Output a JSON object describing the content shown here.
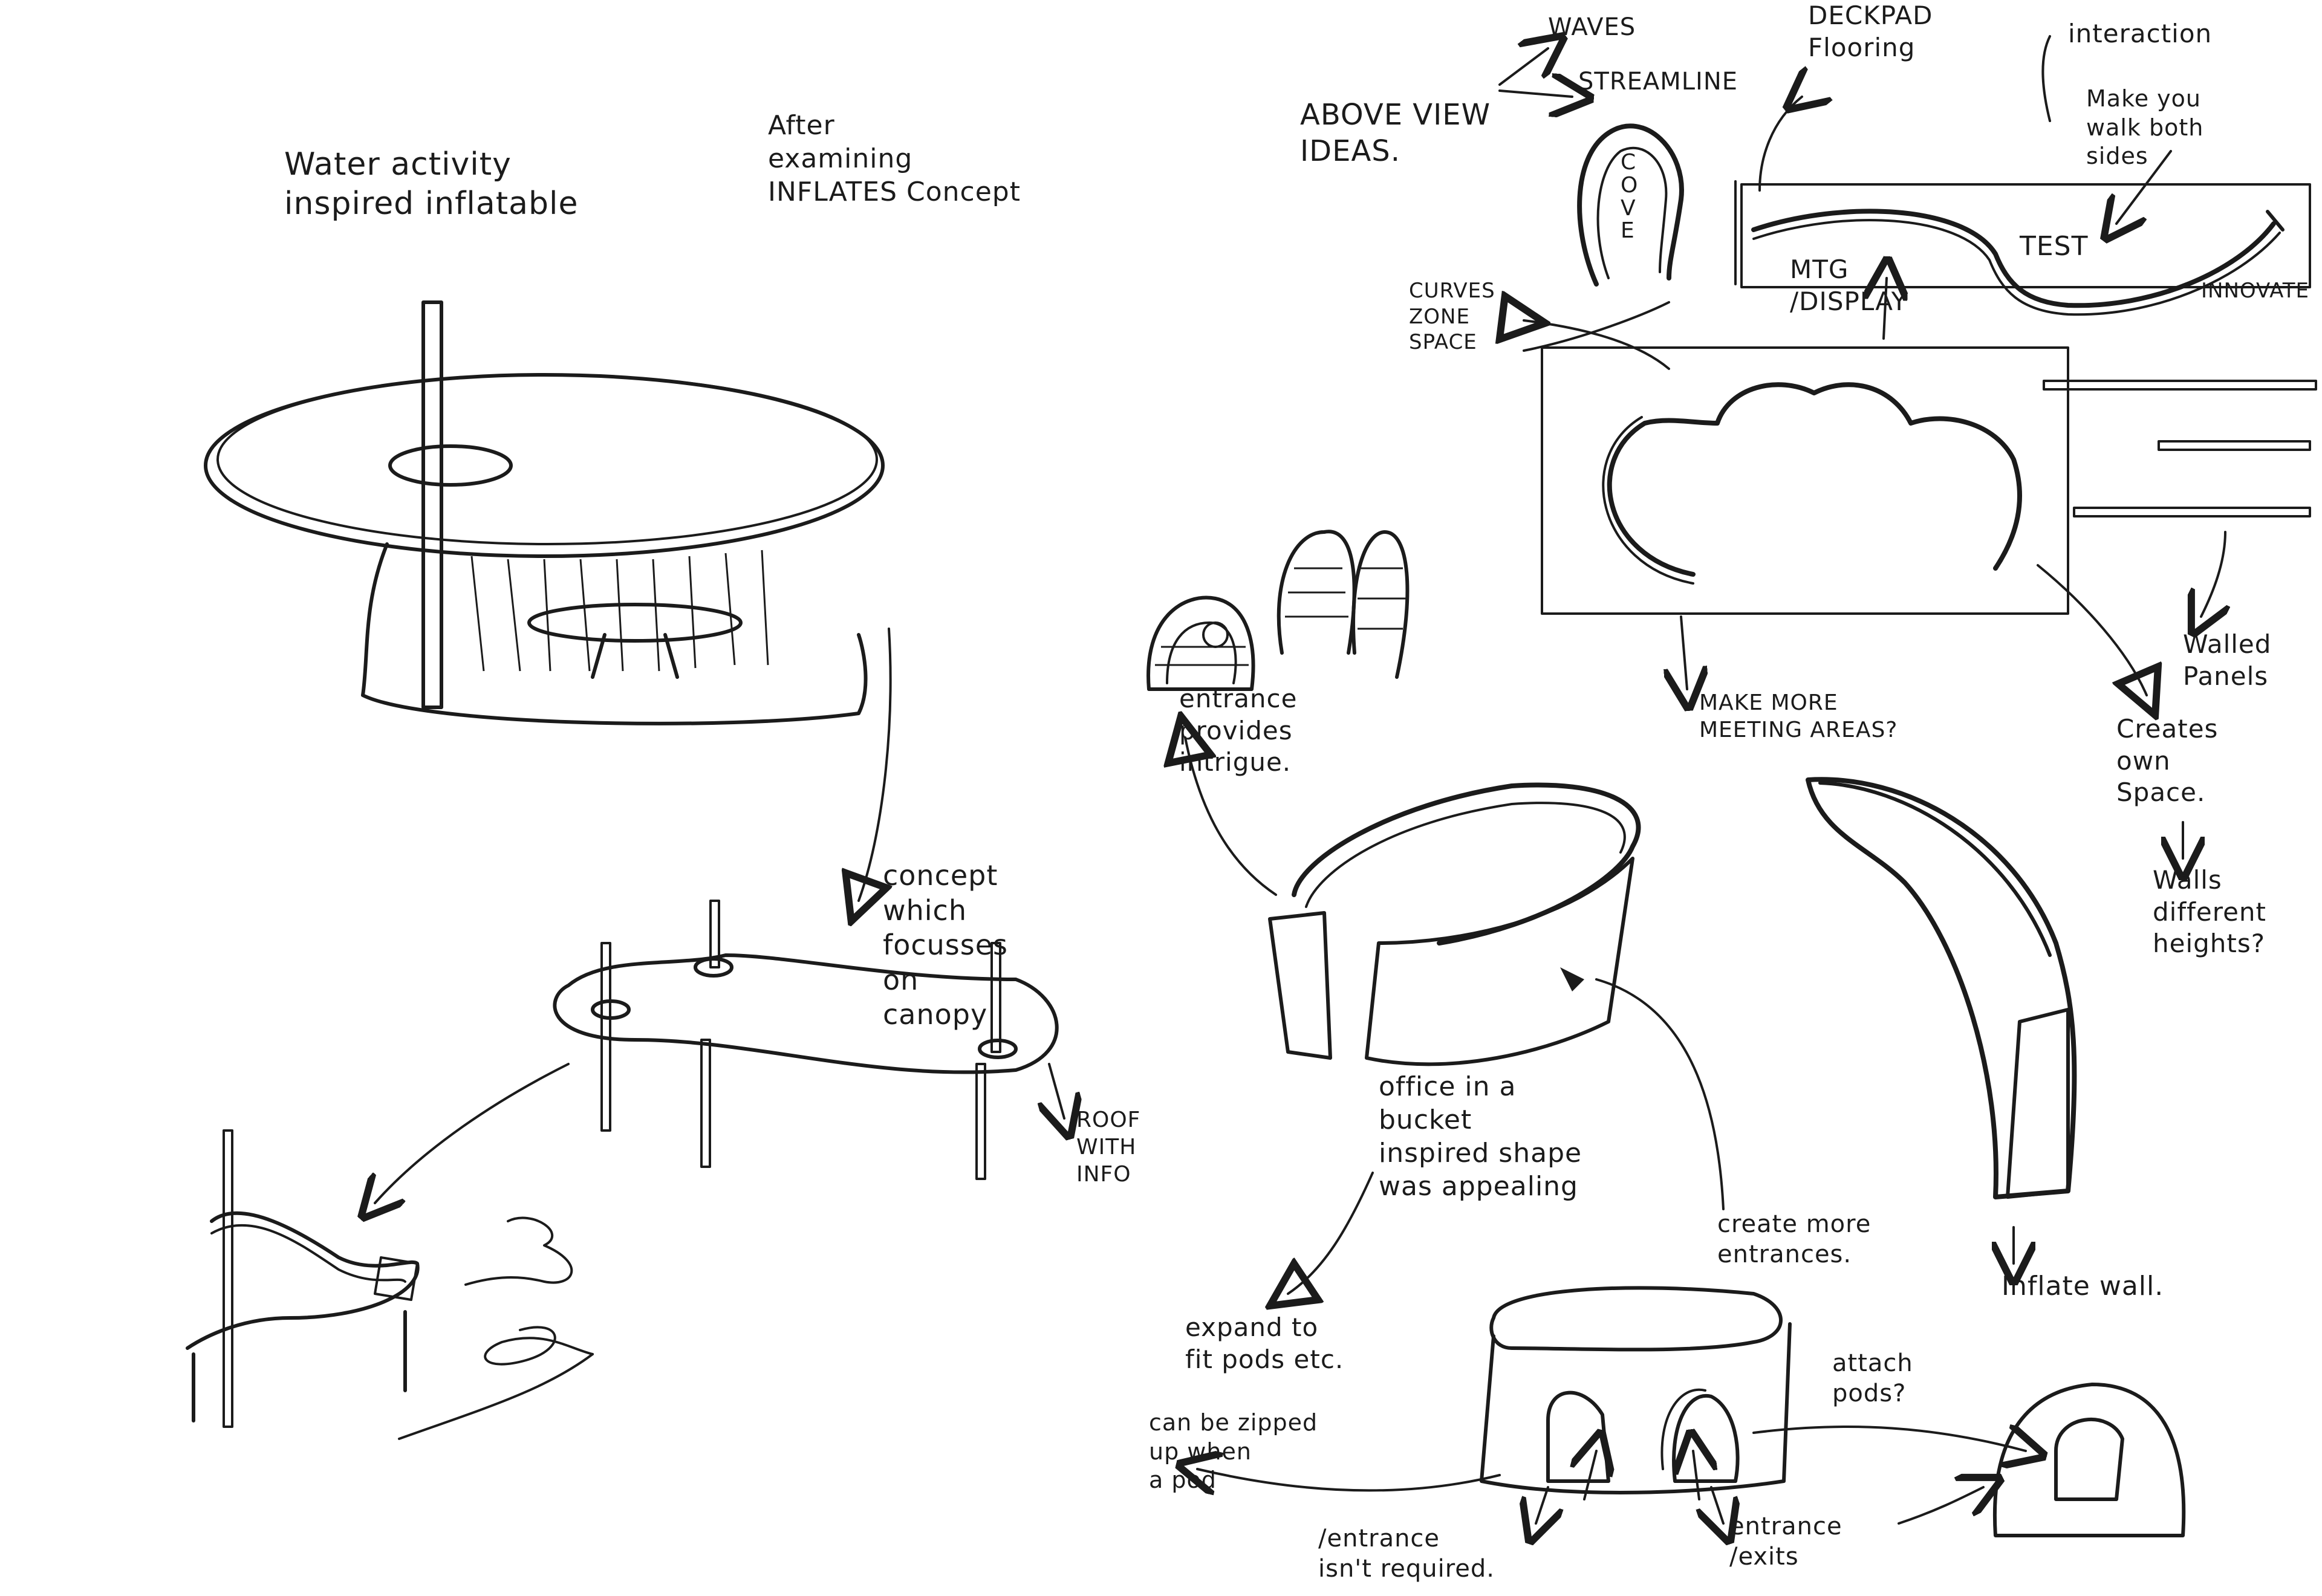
{
  "notes": {
    "water_activity": "Water activity\ninspired inflatable",
    "after_examining": "After\nexamining\nINFLATES Concept",
    "concept_canopy": "concept\nwhich\nfocusses\non\ncanopy",
    "roof_info": "ROOF\nWITH\nINFO",
    "above_view": "ABOVE VIEW\nIDEAS.",
    "waves": "WAVES",
    "streamline": "STREAMLINE",
    "deckpad": "DECKPAD\nFlooring",
    "interaction": "interaction",
    "walk_both_sides": "Make you\nwalk both\nsides",
    "cove": "C\nO\nV\nE",
    "test": "TEST",
    "mtg_display": "MTG\n/DISPLAY",
    "innovate": "INNOVATE",
    "curves_zone_space": "CURVES\nZONE\nSPACE",
    "make_more_meeting": "MAKE MORE\nMEETING AREAS?",
    "walled_panels": "Walled\nPanels",
    "creates_own_space": "Creates\nown\nSpace.",
    "walls_heights": "Walls\ndifferent\nheights?",
    "entrance_intrigue": "entrance\nprovides\nintrigue.",
    "office_bucket": "office in a\nbucket\ninspired shape\nwas appealing",
    "create_entrances": "create more\nentrances.",
    "inflate_wall": "Inflate wall.",
    "expand_pods": "expand to\nfit pods etc.",
    "attach_pods": "attach\npods?",
    "zipped_up": "can be zipped\nup when\na pod",
    "entrance_not_required": "/entrance\nisn't required.",
    "entrance_exits": "entrance\n/exits"
  },
  "icons": [
    "inflatable-canopy-sketch",
    "canopy-poles-sketch",
    "wavy-wall-sketch",
    "cove-plan-sketch",
    "wave-wall-plan-sketch",
    "cloud-plan-sketch",
    "dome-pod-sketch",
    "bucket-office-sketch",
    "curved-inflate-wall-sketch",
    "pod-cylinder-sketch",
    "attached-pod-sketch"
  ]
}
